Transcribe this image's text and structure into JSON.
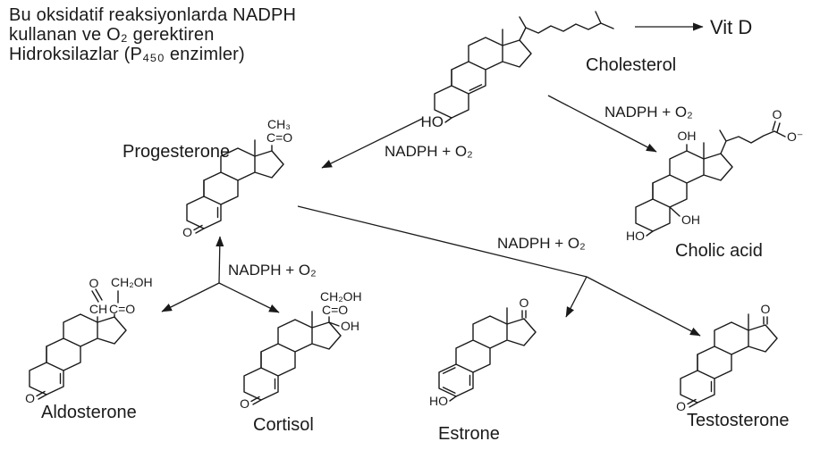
{
  "header": {
    "line1": "Bu oksidatif reaksiyonlarda NADPH",
    "line2": "kullanan ve O₂ gerektiren",
    "line3": "Hidroksilazlar (P₄₅₀ enzimler)"
  },
  "pathway": {
    "vit_d": "Vit D",
    "arrows": {
      "cholesterol_to_progesterone_label": "NADPH + O₂",
      "cholesterol_to_cholic_acid_label": "NADPH + O₂",
      "progesterone_to_corticoids_label": "NADPH + O₂",
      "progesterone_to_sex_steroids_label": "NADPH + O₂"
    }
  },
  "molecules": {
    "cholesterol": {
      "name": "Cholesterol",
      "groups": {
        "hydroxyl": "HO"
      }
    },
    "progesterone": {
      "name": "Progesterone",
      "groups": {
        "methyl": "CH₃",
        "keto": "C=O",
        "ring_ketone": "O"
      }
    },
    "cholic_acid": {
      "name": "Cholic acid",
      "groups": {
        "oh_12": "OH",
        "carboxyl_o": "O",
        "carboxylate": "O⁻",
        "hydroxyl_3": "HO",
        "oh_7": "OH"
      }
    },
    "aldosterone": {
      "name": "Aldosterone",
      "groups": {
        "aldehyde_o": "O",
        "ch2oh": "CH₂OH",
        "aldehyde_ch": "CH",
        "keto": "C=O",
        "ring_ketone": "O"
      }
    },
    "cortisol": {
      "name": "Cortisol",
      "groups": {
        "ch2oh": "CH₂OH",
        "keto": "C=O",
        "oh_17": "OH",
        "ring_ketone": "O"
      }
    },
    "estrone": {
      "name": "Estrone",
      "groups": {
        "ketone_o": "O",
        "hydroxyl": "HO"
      }
    },
    "testosterone": {
      "name": "Testosterone",
      "groups": {
        "ketone_o": "O",
        "ring_ketone": "O"
      }
    }
  },
  "colors": {
    "ink": "#1a1a1a",
    "background": "#ffffff"
  }
}
